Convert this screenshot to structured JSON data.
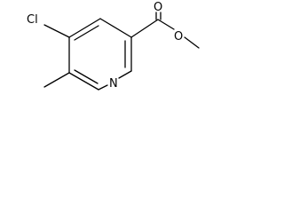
{
  "structure": {
    "atoms": {
      "chlorine": "Cl",
      "ring_nitrogen": "N",
      "carbonyl_oxygen": "O",
      "ester_oxygen": "O"
    }
  }
}
